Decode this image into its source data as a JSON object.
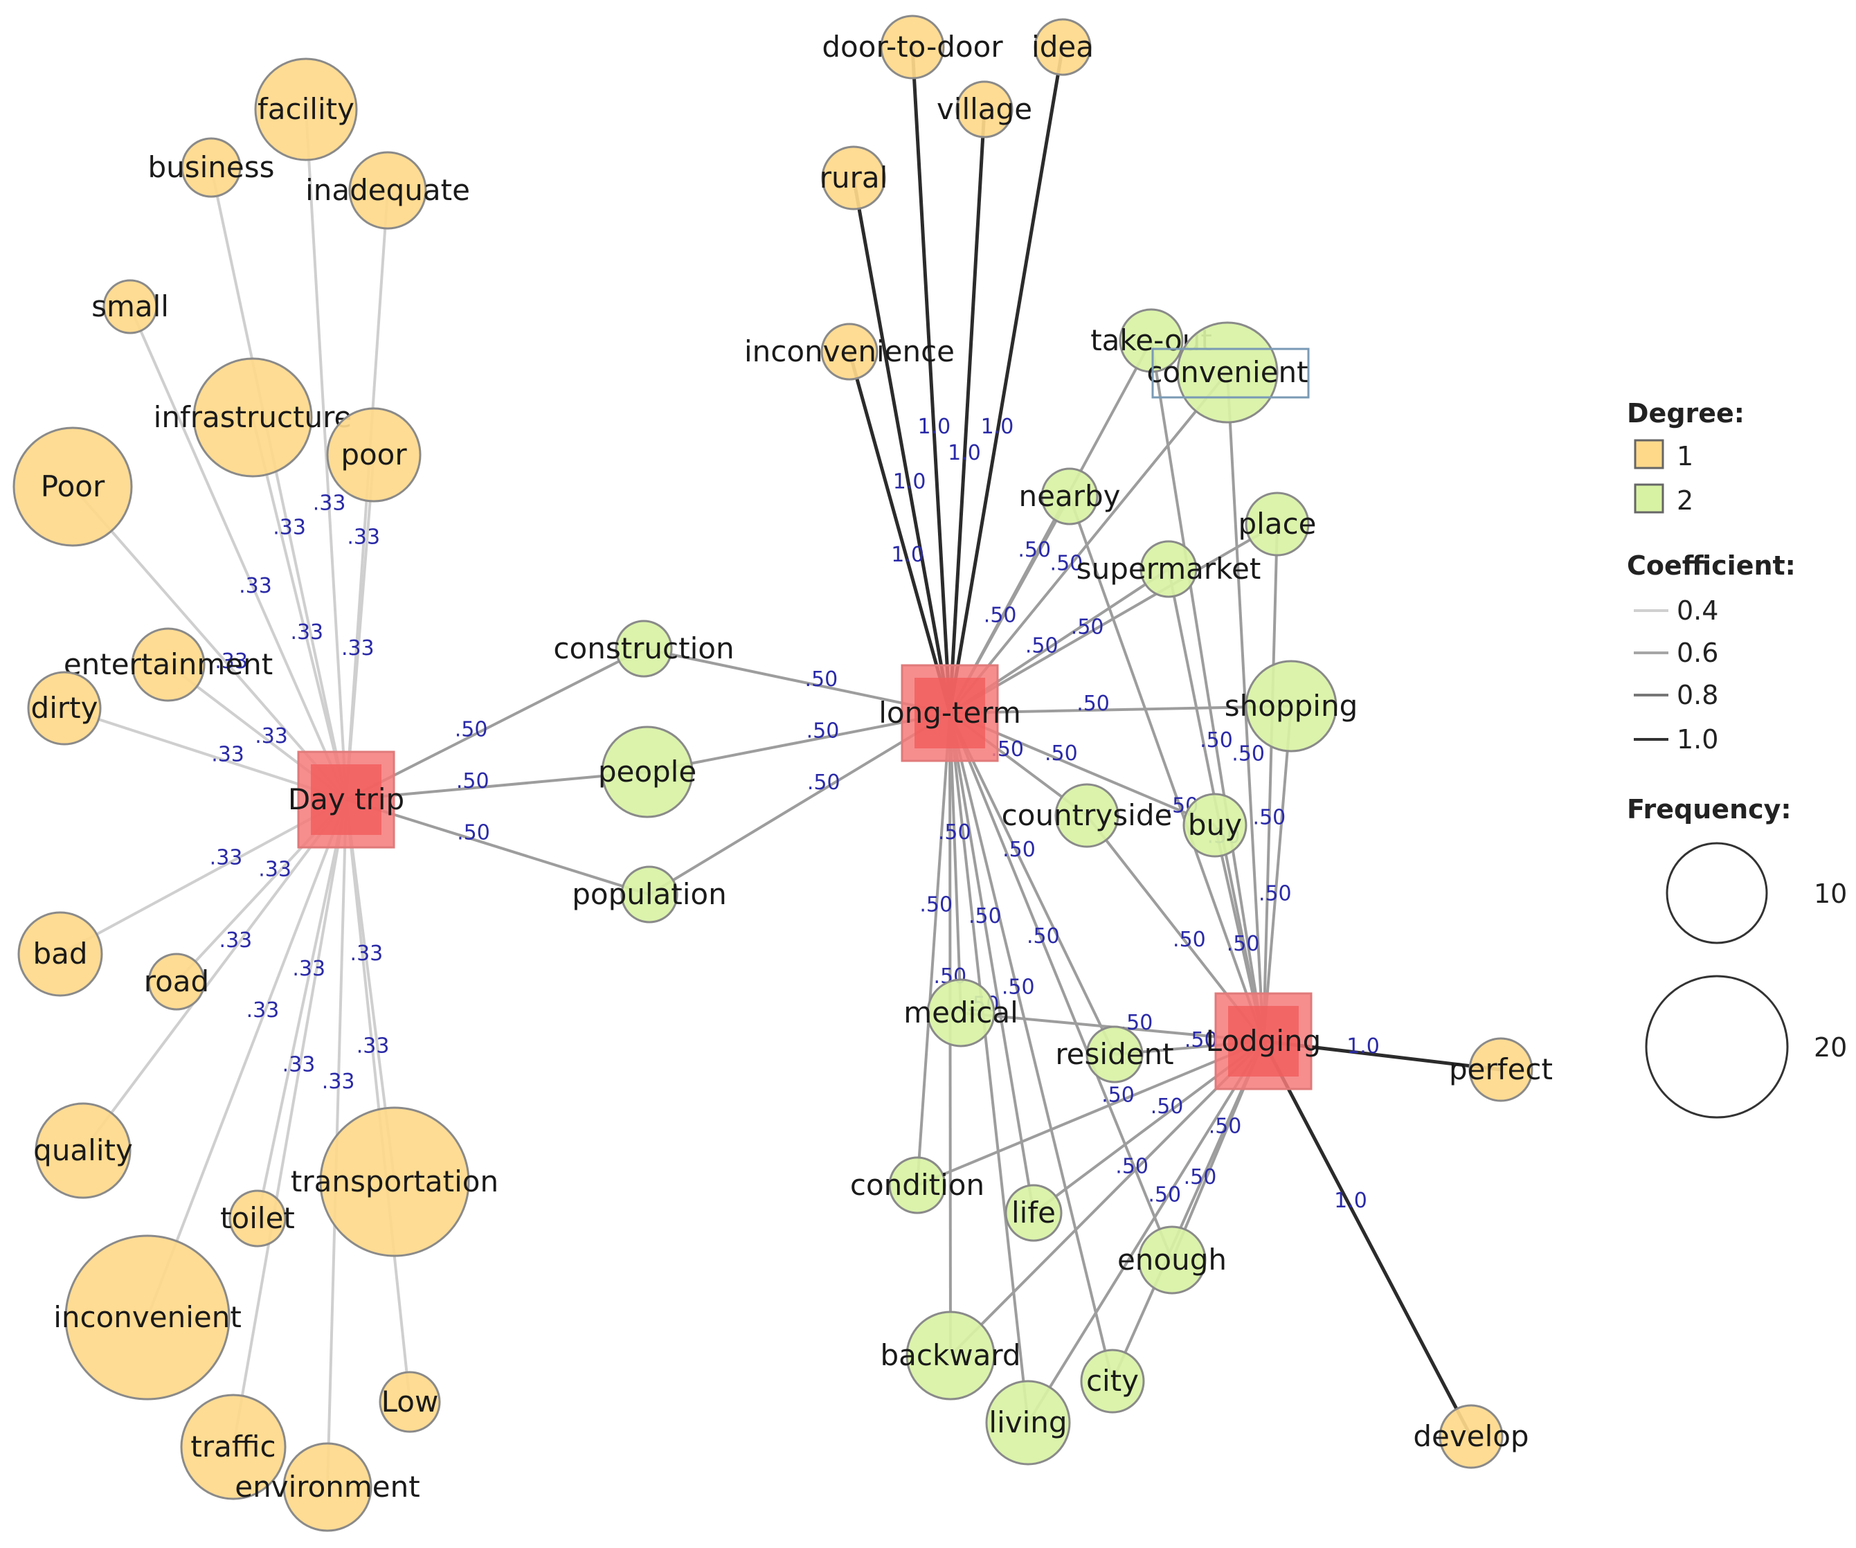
{
  "colors": {
    "degree1": "#FFD98A",
    "degree2": "#D8F2A4",
    "hub": "#F47A7A",
    "edge_label": "#2A2AA8"
  },
  "hubs": [
    {
      "id": "daytrip",
      "label": "Day trip"
    },
    {
      "id": "longterm",
      "label": "long-term"
    },
    {
      "id": "lodging",
      "label": "Lodging"
    }
  ],
  "nodes": [
    {
      "id": "facility",
      "label": "facility",
      "degree": 1
    },
    {
      "id": "business",
      "label": "business",
      "degree": 1
    },
    {
      "id": "inadequate",
      "label": "inadequate",
      "degree": 1
    },
    {
      "id": "small",
      "label": "small",
      "degree": 1
    },
    {
      "id": "infrastructure",
      "label": "infrastructure",
      "degree": 1
    },
    {
      "id": "poor_lc",
      "label": "poor",
      "degree": 1
    },
    {
      "id": "Poor",
      "label": "Poor",
      "degree": 1
    },
    {
      "id": "entertainment",
      "label": "entertainment",
      "degree": 1
    },
    {
      "id": "dirty",
      "label": "dirty",
      "degree": 1
    },
    {
      "id": "bad",
      "label": "bad",
      "degree": 1
    },
    {
      "id": "road",
      "label": "road",
      "degree": 1
    },
    {
      "id": "quality",
      "label": "quality",
      "degree": 1
    },
    {
      "id": "toilet",
      "label": "toilet",
      "degree": 1
    },
    {
      "id": "transportation",
      "label": "transportation",
      "degree": 1
    },
    {
      "id": "inconvenient",
      "label": "inconvenient",
      "degree": 1
    },
    {
      "id": "Low",
      "label": "Low",
      "degree": 1
    },
    {
      "id": "traffic",
      "label": "traffic",
      "degree": 1
    },
    {
      "id": "environment",
      "label": "environment",
      "degree": 1
    },
    {
      "id": "construction",
      "label": "construction",
      "degree": 2
    },
    {
      "id": "people",
      "label": "people",
      "degree": 2
    },
    {
      "id": "population",
      "label": "population",
      "degree": 2
    },
    {
      "id": "doortodoor",
      "label": "door-to-door",
      "degree": 1
    },
    {
      "id": "idea",
      "label": "idea",
      "degree": 1
    },
    {
      "id": "village",
      "label": "village",
      "degree": 1
    },
    {
      "id": "rural",
      "label": "rural",
      "degree": 1
    },
    {
      "id": "inconvenience",
      "label": "inconvenience",
      "degree": 1
    },
    {
      "id": "takeout",
      "label": "take-out",
      "degree": 2
    },
    {
      "id": "convenient",
      "label": "convenient",
      "degree": 2
    },
    {
      "id": "nearby",
      "label": "nearby",
      "degree": 2
    },
    {
      "id": "place",
      "label": "place",
      "degree": 2
    },
    {
      "id": "supermarket",
      "label": "supermarket",
      "degree": 2
    },
    {
      "id": "shopping",
      "label": "shopping",
      "degree": 2
    },
    {
      "id": "countryside",
      "label": "countryside",
      "degree": 2
    },
    {
      "id": "buy",
      "label": "buy",
      "degree": 2
    },
    {
      "id": "medical",
      "label": "medical",
      "degree": 2
    },
    {
      "id": "resident",
      "label": "resident",
      "degree": 2
    },
    {
      "id": "condition",
      "label": "condition",
      "degree": 2
    },
    {
      "id": "life",
      "label": "life",
      "degree": 2
    },
    {
      "id": "enough",
      "label": "enough",
      "degree": 2
    },
    {
      "id": "backward",
      "label": "backward",
      "degree": 2
    },
    {
      "id": "city",
      "label": "city",
      "degree": 2
    },
    {
      "id": "living",
      "label": "living",
      "degree": 2
    },
    {
      "id": "perfect",
      "label": "perfect",
      "degree": 1
    },
    {
      "id": "develop",
      "label": "develop",
      "degree": 1
    }
  ],
  "edges": [
    {
      "from": "daytrip",
      "to": "facility",
      "coef": ".33"
    },
    {
      "from": "daytrip",
      "to": "business",
      "coef": ".33"
    },
    {
      "from": "daytrip",
      "to": "inadequate",
      "coef": ".33"
    },
    {
      "from": "daytrip",
      "to": "small",
      "coef": ".33"
    },
    {
      "from": "daytrip",
      "to": "infrastructure",
      "coef": ".33"
    },
    {
      "from": "daytrip",
      "to": "poor_lc",
      "coef": ".33"
    },
    {
      "from": "daytrip",
      "to": "Poor",
      "coef": ".33"
    },
    {
      "from": "daytrip",
      "to": "entertainment",
      "coef": ".33"
    },
    {
      "from": "daytrip",
      "to": "dirty",
      "coef": ".33"
    },
    {
      "from": "daytrip",
      "to": "bad",
      "coef": ".33"
    },
    {
      "from": "daytrip",
      "to": "road",
      "coef": ".33"
    },
    {
      "from": "daytrip",
      "to": "quality",
      "coef": ".33"
    },
    {
      "from": "daytrip",
      "to": "toilet",
      "coef": ".33"
    },
    {
      "from": "daytrip",
      "to": "transportation",
      "coef": ".33"
    },
    {
      "from": "daytrip",
      "to": "inconvenient",
      "coef": ".33"
    },
    {
      "from": "daytrip",
      "to": "Low",
      "coef": ".33"
    },
    {
      "from": "daytrip",
      "to": "traffic",
      "coef": ".33"
    },
    {
      "from": "daytrip",
      "to": "environment",
      "coef": ".33"
    },
    {
      "from": "daytrip",
      "to": "construction",
      "coef": ".50"
    },
    {
      "from": "daytrip",
      "to": "people",
      "coef": ".50"
    },
    {
      "from": "daytrip",
      "to": "population",
      "coef": ".50"
    },
    {
      "from": "longterm",
      "to": "construction",
      "coef": ".50"
    },
    {
      "from": "longterm",
      "to": "people",
      "coef": ".50"
    },
    {
      "from": "longterm",
      "to": "population",
      "coef": ".50"
    },
    {
      "from": "longterm",
      "to": "doortodoor",
      "coef": "1.0"
    },
    {
      "from": "longterm",
      "to": "idea",
      "coef": "1.0"
    },
    {
      "from": "longterm",
      "to": "village",
      "coef": "1.0"
    },
    {
      "from": "longterm",
      "to": "rural",
      "coef": "1.0"
    },
    {
      "from": "longterm",
      "to": "inconvenience",
      "coef": "1.0"
    },
    {
      "from": "longterm",
      "to": "takeout",
      "coef": ".50"
    },
    {
      "from": "longterm",
      "to": "convenient",
      "coef": ".50"
    },
    {
      "from": "longterm",
      "to": "nearby",
      "coef": ".50"
    },
    {
      "from": "longterm",
      "to": "place",
      "coef": ".50"
    },
    {
      "from": "longterm",
      "to": "supermarket",
      "coef": ".50"
    },
    {
      "from": "longterm",
      "to": "shopping",
      "coef": ".50"
    },
    {
      "from": "longterm",
      "to": "countryside",
      "coef": ".50"
    },
    {
      "from": "longterm",
      "to": "buy",
      "coef": ".50"
    },
    {
      "from": "longterm",
      "to": "medical",
      "coef": ".50"
    },
    {
      "from": "longterm",
      "to": "resident",
      "coef": ".50"
    },
    {
      "from": "longterm",
      "to": "condition",
      "coef": ".50"
    },
    {
      "from": "longterm",
      "to": "life",
      "coef": ".50"
    },
    {
      "from": "longterm",
      "to": "enough",
      "coef": ".50"
    },
    {
      "from": "longterm",
      "to": "backward",
      "coef": ".50"
    },
    {
      "from": "longterm",
      "to": "city",
      "coef": ".50"
    },
    {
      "from": "longterm",
      "to": "living",
      "coef": ".50"
    },
    {
      "from": "lodging",
      "to": "takeout",
      "coef": ".50"
    },
    {
      "from": "lodging",
      "to": "convenient",
      "coef": ".50"
    },
    {
      "from": "lodging",
      "to": "nearby",
      "coef": ".50"
    },
    {
      "from": "lodging",
      "to": "place",
      "coef": ".50"
    },
    {
      "from": "lodging",
      "to": "supermarket",
      "coef": ".50"
    },
    {
      "from": "lodging",
      "to": "shopping",
      "coef": ".50"
    },
    {
      "from": "lodging",
      "to": "countryside",
      "coef": ".50"
    },
    {
      "from": "lodging",
      "to": "buy",
      "coef": ".50"
    },
    {
      "from": "lodging",
      "to": "medical",
      "coef": ".50"
    },
    {
      "from": "lodging",
      "to": "resident",
      "coef": ".50"
    },
    {
      "from": "lodging",
      "to": "condition",
      "coef": ".50"
    },
    {
      "from": "lodging",
      "to": "life",
      "coef": ".50"
    },
    {
      "from": "lodging",
      "to": "enough",
      "coef": ".50"
    },
    {
      "from": "lodging",
      "to": "backward",
      "coef": ".50"
    },
    {
      "from": "lodging",
      "to": "city",
      "coef": ".50"
    },
    {
      "from": "lodging",
      "to": "living",
      "coef": ".50"
    },
    {
      "from": "lodging",
      "to": "perfect",
      "coef": "1.0"
    },
    {
      "from": "lodging",
      "to": "develop",
      "coef": "1.0"
    }
  ],
  "legend": {
    "degree_title": "Degree:",
    "degree_items": [
      {
        "label": "1",
        "color": "#FFD98A"
      },
      {
        "label": "2",
        "color": "#D8F2A4"
      }
    ],
    "coef_title": "Coefficient:",
    "coef_items": [
      "0.4",
      "0.6",
      "0.8",
      "1.0"
    ],
    "freq_title": "Frequency:",
    "freq_items": [
      "10",
      "20"
    ]
  }
}
